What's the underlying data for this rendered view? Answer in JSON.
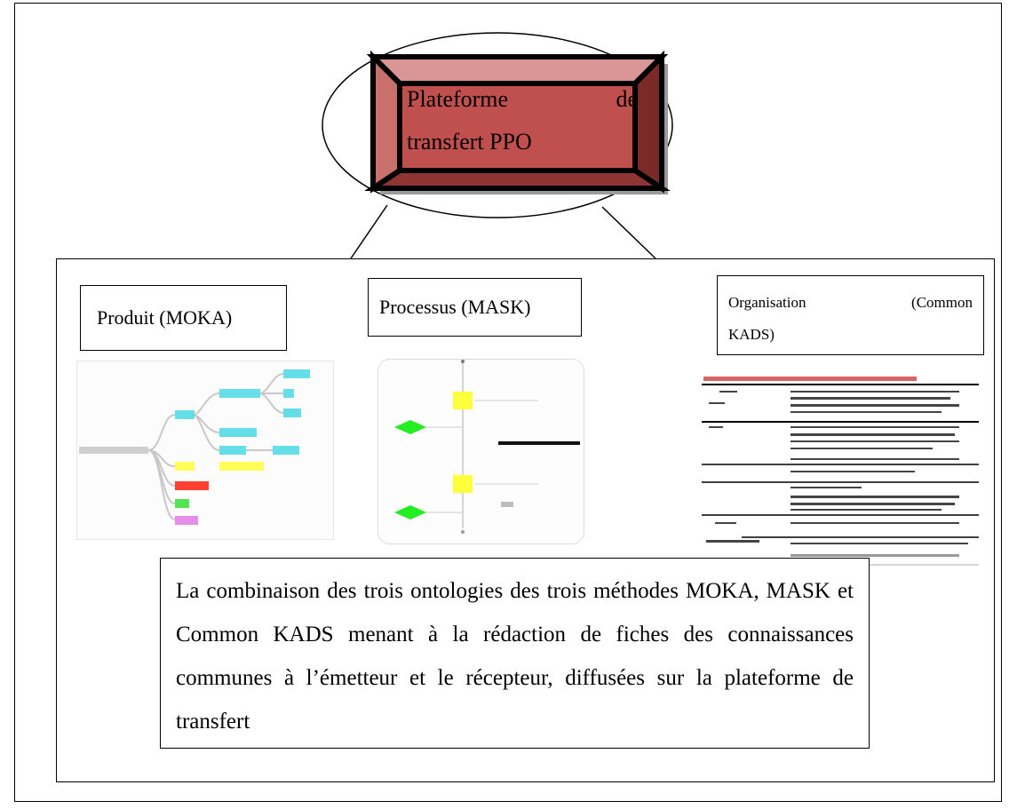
{
  "root": {
    "title_line1": "Plateforme de",
    "title_line1_words": [
      "Plateforme",
      "de"
    ],
    "title_line2": "transfert PPO",
    "colors": {
      "fill": "#c0504d",
      "bevel_light": "#d99694",
      "bevel_dark": "#7b2a28",
      "border": "#000000"
    }
  },
  "categories": [
    {
      "id": "moka",
      "label": "Produit (MOKA)"
    },
    {
      "id": "mask",
      "label": "Processus (MASK)"
    },
    {
      "id": "kads",
      "label_line1_words": [
        "Organisation",
        "(Common"
      ],
      "label_line2": "KADS)"
    }
  ],
  "thumbnail_colors": {
    "cyan": "#33d6e0",
    "yellow": "#ffff3a",
    "red": "#ff2a1a",
    "green": "#33e033",
    "magenta": "#e27ae6",
    "diamond_green": "#22ee22"
  },
  "summary": {
    "text": "La combinaison des trois ontologies des trois méthodes MOKA, MASK et Common KADS menant à la rédaction de fiches des connaissances communes à l’émetteur et le récepteur, diffusées sur la plateforme de transfert"
  }
}
